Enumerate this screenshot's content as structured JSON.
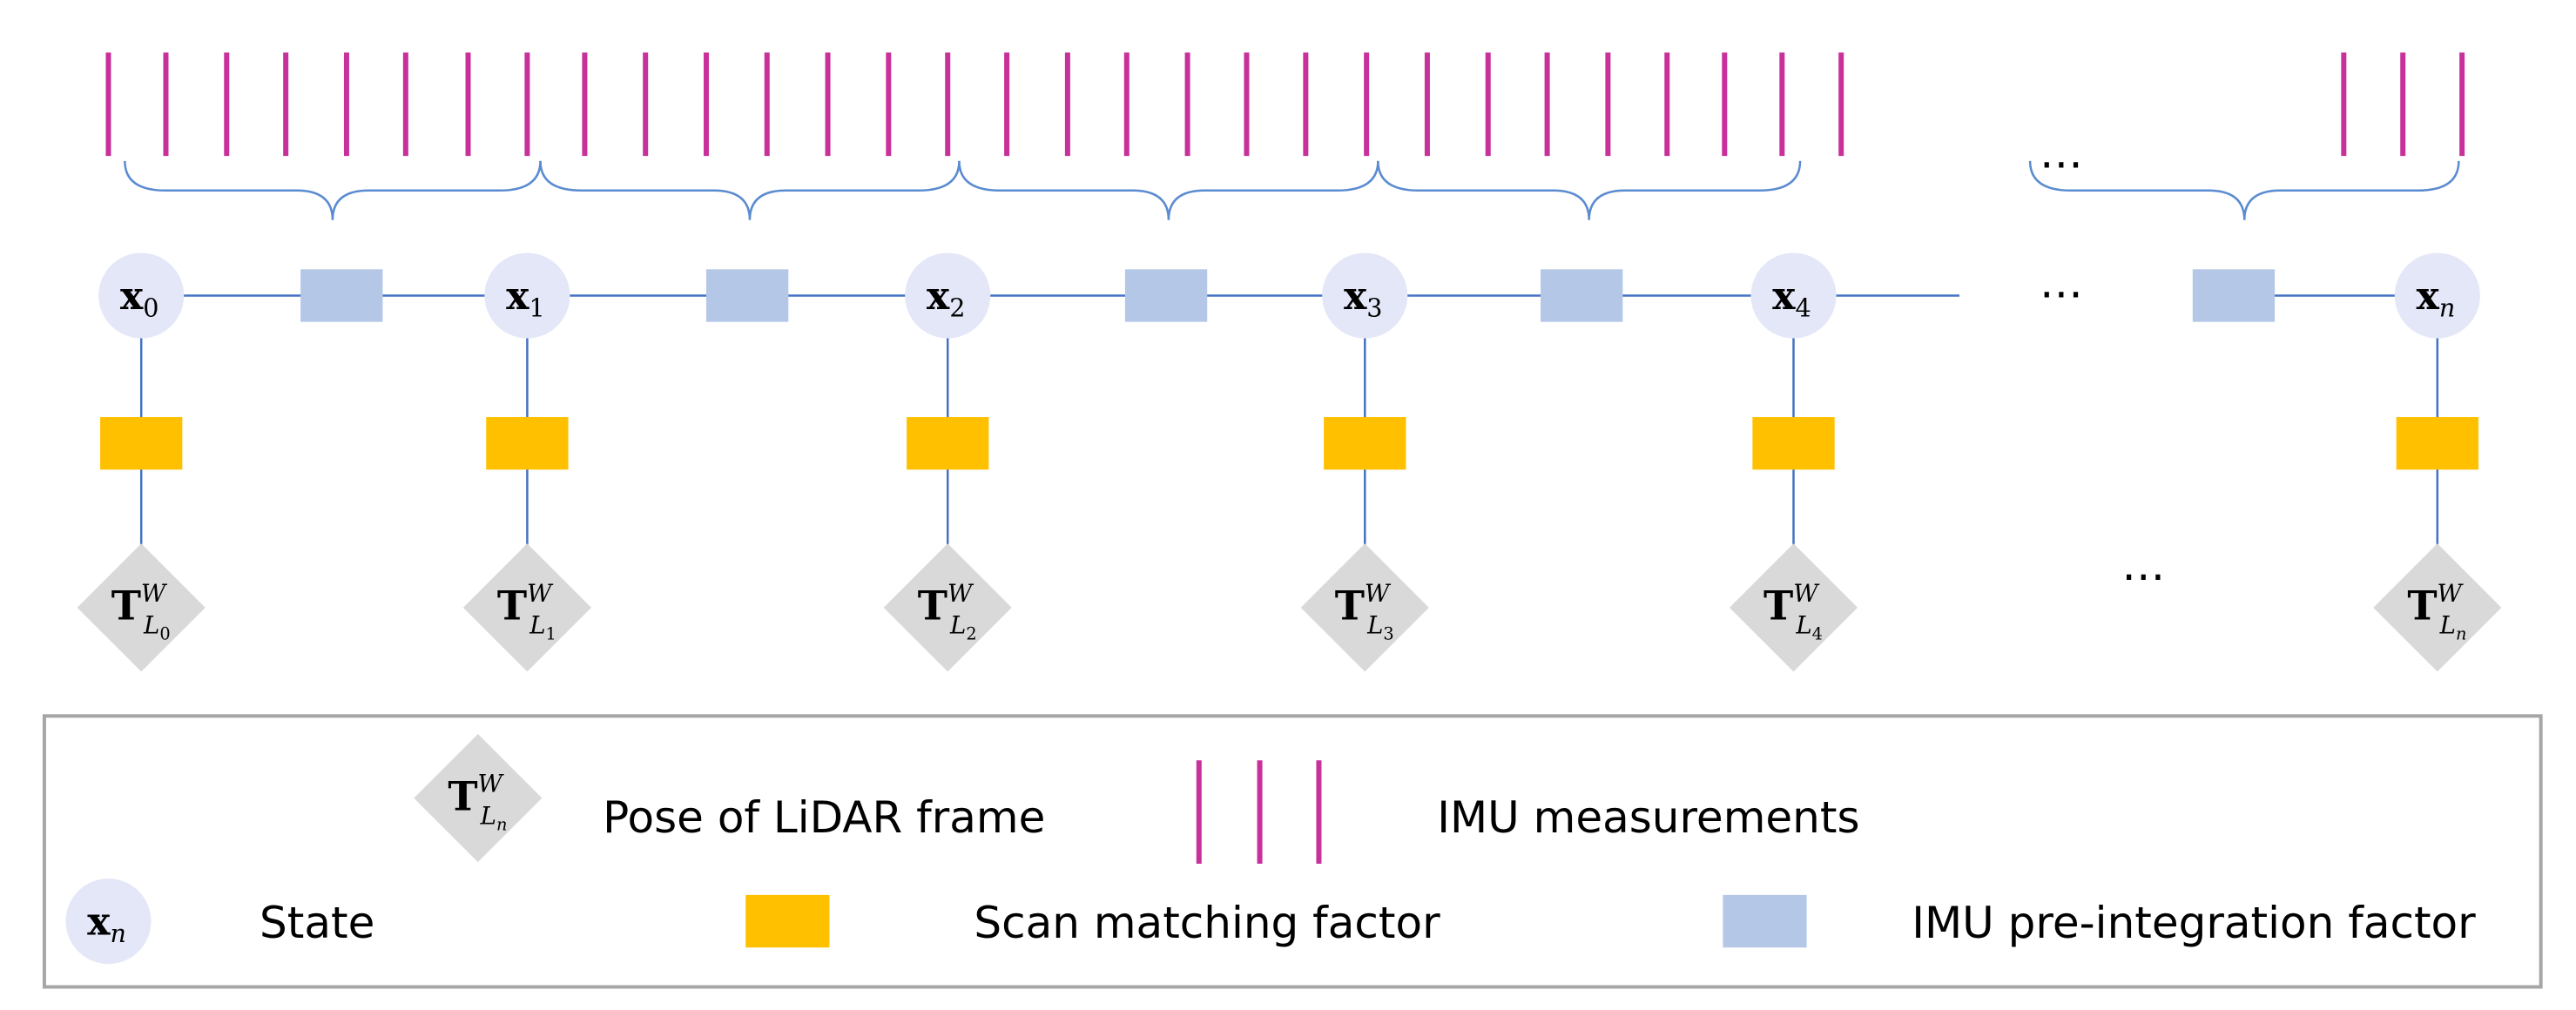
{
  "colors": {
    "imu_bar": "#c8309a",
    "brace": "#5b8bd0",
    "edge": "#4472c4",
    "state_fill": "#e4e7f8",
    "imu_factor": "#b4c7e7",
    "scan_factor": "#ffc000",
    "pose_fill": "#d9d9d9",
    "legend_border": "#a6a6a6",
    "text": "#000000"
  },
  "states": [
    {
      "base": "x",
      "sub": "0"
    },
    {
      "base": "x",
      "sub": "1"
    },
    {
      "base": "x",
      "sub": "2"
    },
    {
      "base": "x",
      "sub": "3"
    },
    {
      "base": "x",
      "sub": "4"
    },
    {
      "base": "x",
      "sub": "n"
    }
  ],
  "poses": [
    {
      "base": "T",
      "sup": "W",
      "sub": "L",
      "subsub": "0"
    },
    {
      "base": "T",
      "sup": "W",
      "sub": "L",
      "subsub": "1"
    },
    {
      "base": "T",
      "sup": "W",
      "sub": "L",
      "subsub": "2"
    },
    {
      "base": "T",
      "sup": "W",
      "sub": "L",
      "subsub": "3"
    },
    {
      "base": "T",
      "sup": "W",
      "sub": "L",
      "subsub": "4"
    },
    {
      "base": "T",
      "sup": "W",
      "sub": "L",
      "subsub": "n"
    }
  ],
  "ellipsis": "…",
  "legend": {
    "pose": {
      "label": "Pose of LiDAR frame",
      "symbol": {
        "base": "T",
        "sup": "W",
        "sub": "L",
        "subsub": "n"
      }
    },
    "imu_measurements": {
      "label": "IMU measurements"
    },
    "state": {
      "label": "State",
      "symbol": {
        "base": "x",
        "sub": "n"
      }
    },
    "scan_factor": {
      "label": "Scan matching factor"
    },
    "imu_factor": {
      "label": "IMU pre-integration factor"
    }
  }
}
